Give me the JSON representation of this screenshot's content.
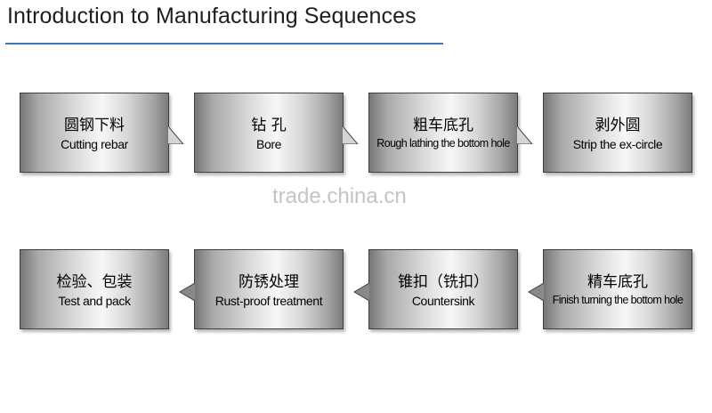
{
  "header": {
    "title": "Introduction to Manufacturing Sequences"
  },
  "watermark": "trade.china.cn",
  "steps": [
    {
      "cn": "圆钢下料",
      "en": "Cutting rebar"
    },
    {
      "cn": "钻 孔",
      "en": "Bore"
    },
    {
      "cn": "粗车底孔",
      "en": "Rough lathing the bottom hole"
    },
    {
      "cn": "剥外圆",
      "en": "Strip the ex-circle"
    },
    {
      "cn": "精车底孔",
      "en": "Finish turning the bottom hole"
    },
    {
      "cn": "锥扣（铣扣）",
      "en": "Countersink"
    },
    {
      "cn": "防锈处理",
      "en": "Rust-proof treatment"
    },
    {
      "cn": "检验、包装",
      "en": "Test and pack"
    }
  ],
  "colors": {
    "title_rule": "#3a78c2",
    "box_border": "#3f3f3f",
    "watermark": "#c4c4c4"
  }
}
